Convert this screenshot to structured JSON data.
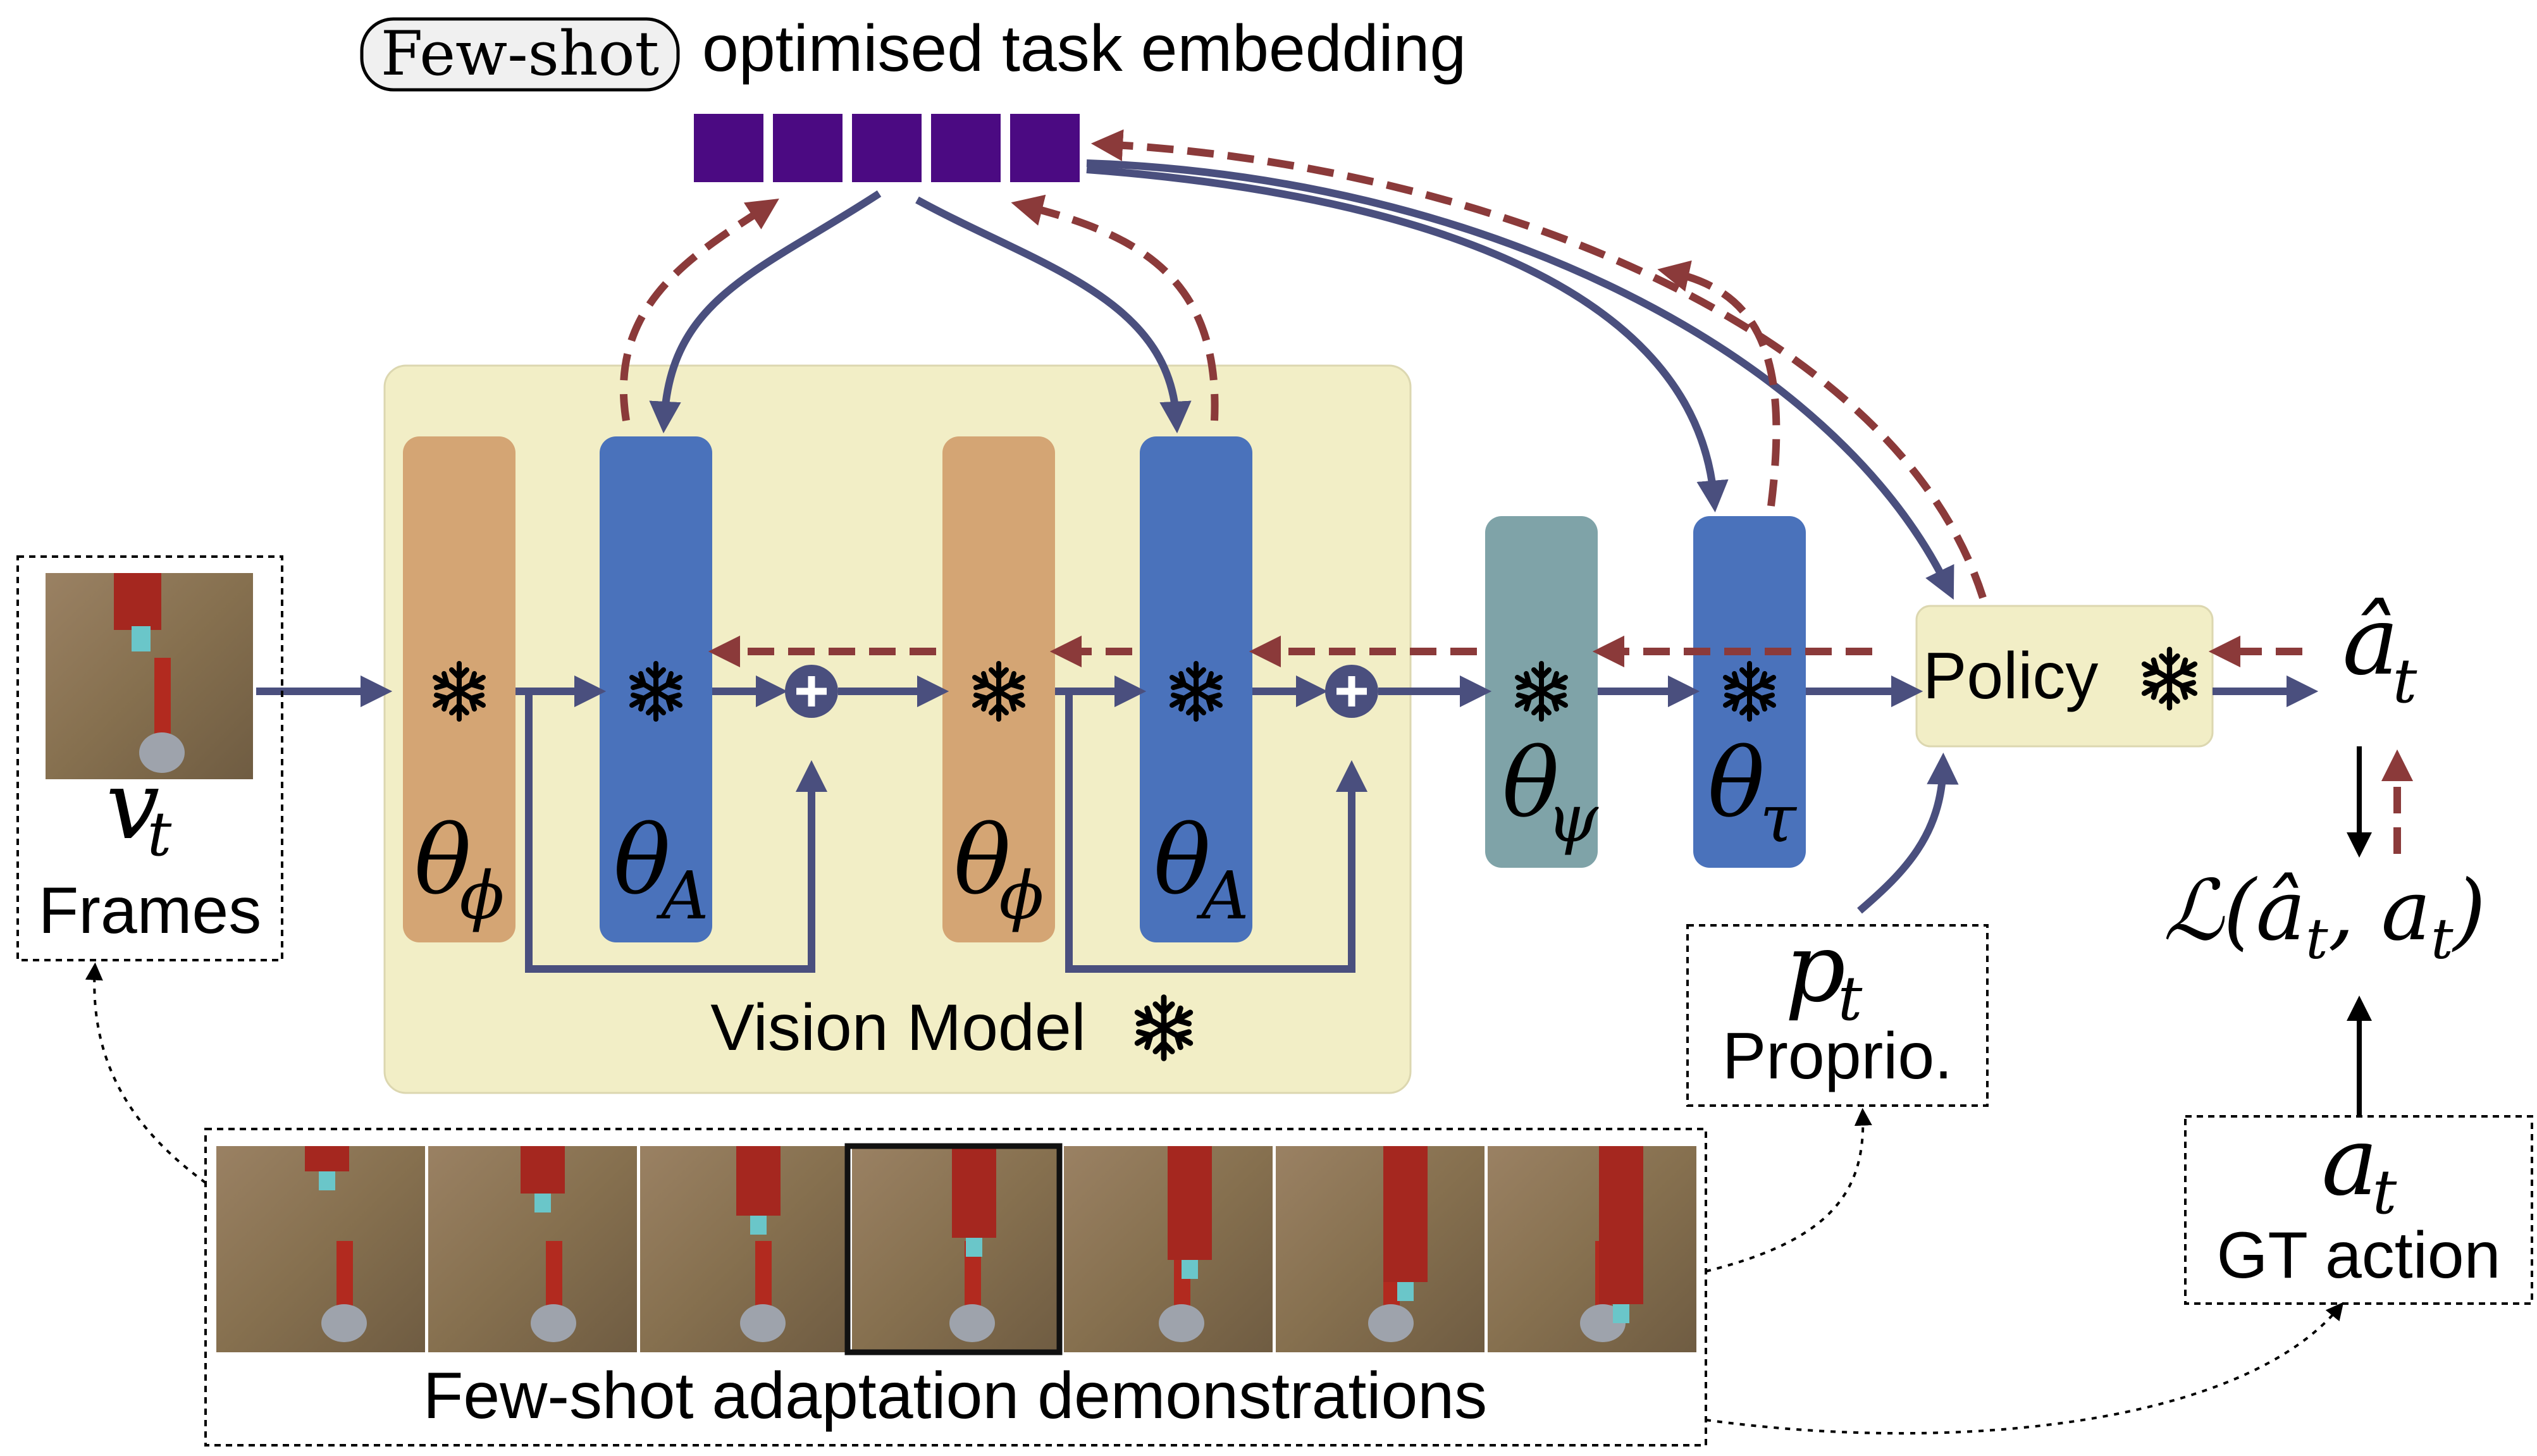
{
  "header": {
    "badge": "Few-shot",
    "title": "optimised task embedding"
  },
  "vision_model_label": "Vision Model",
  "blocks": {
    "phi": "θ",
    "phi_sub": "ϕ",
    "attn": "θ",
    "attn_sub": "A",
    "psi": "θ",
    "psi_sub": "ψ",
    "tau": "θ",
    "tau_sub": "τ",
    "policy": "Policy"
  },
  "inputs": {
    "frames_var": "v",
    "frames_sub": "t",
    "frames_label": "Frames",
    "proprio_var": "p",
    "proprio_sub": "t",
    "proprio_label": "Proprio.",
    "gt_var": "a",
    "gt_sub": "t",
    "gt_label": "GT action"
  },
  "outputs": {
    "pred_var": "â",
    "pred_sub": "t",
    "loss": "ℒ(â",
    "loss_sub1": "t",
    "loss_mid": ", a",
    "loss_sub2": "t",
    "loss_end": ")"
  },
  "demos_label": "Few-shot adaptation demonstrations",
  "colors": {
    "phi_block": "#d4a574",
    "attn_block": "#4a72bb",
    "psi_block": "#7fa3a8",
    "vision_bg": "#f2eec6",
    "policy_bg": "#f2eec6",
    "embedding": "#4b0a82",
    "forward_arrow": "#4a4f7e",
    "backward_arrow": "#8b3a3a",
    "table_wood": "#8c7458",
    "robot_red": "#a5271f"
  },
  "icons": {
    "frozen": "snowflake-icon",
    "add": "plus-circle-icon"
  },
  "demos_count": 7,
  "embedding_cells": 5
}
